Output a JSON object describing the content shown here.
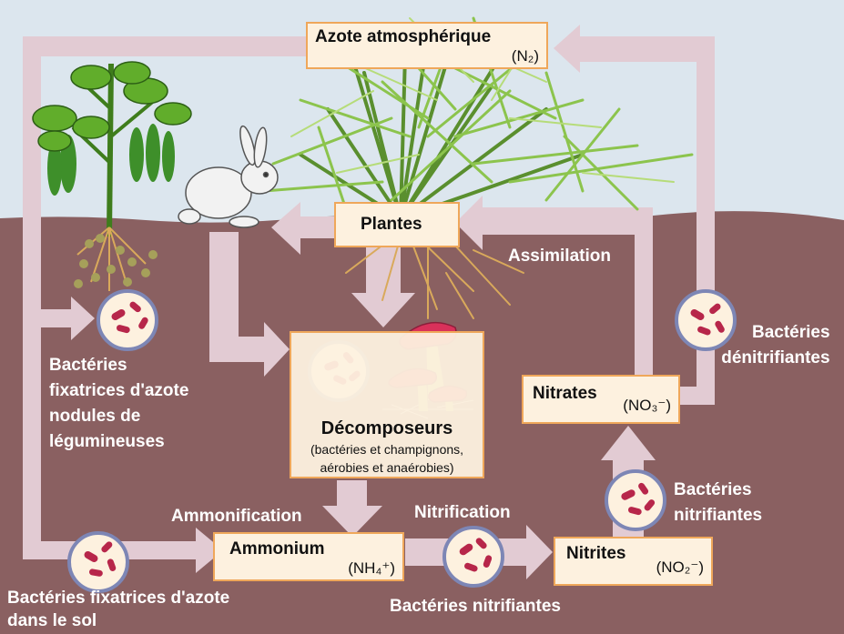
{
  "boxes": {
    "atmospheric_nitrogen": {
      "title": "Azote atmosphérique",
      "formula": "(N₂)"
    },
    "plants": {
      "title": "Plantes"
    },
    "decomposers": {
      "title": "Décomposeurs",
      "subtitle_line1": "(bactéries et champignons,",
      "subtitle_line2": "aérobies et anaérobies)"
    },
    "ammonium": {
      "title": "Ammonium",
      "formula": "(NH₄⁺)"
    },
    "nitrites": {
      "title": "Nitrites",
      "formula": "(NO₂⁻)"
    },
    "nitrates": {
      "title": "Nitrates",
      "formula": "(NO₃⁻)"
    }
  },
  "labels": {
    "nodule_bacteria": [
      "Bactéries",
      "fixatrices d'azote",
      "nodules de",
      "légumineuses"
    ],
    "soil_bacteria": [
      "Bactéries fixatrices d'azote",
      "dans le sol"
    ],
    "ammonification": "Ammonification",
    "nitrification": "Nitrification",
    "nitrifying_bacteria_bottom": "Bactéries nitrifiantes",
    "nitrifying_bacteria_right": [
      "Bactéries",
      "nitrifiantes"
    ],
    "denitrifying_bacteria": [
      "Bactéries",
      "dénitrifiantes"
    ],
    "assimilation": "Assimilation"
  },
  "colors": {
    "sky": "#dce6ee",
    "soil": "#8a6061",
    "arrow": "#e2cbd3",
    "box_fill": "#fdf1df",
    "box_border": "#efa75a",
    "bacteria": "#b7264a",
    "circle_ring": "#7d86b5",
    "grass": "#7fb640"
  }
}
